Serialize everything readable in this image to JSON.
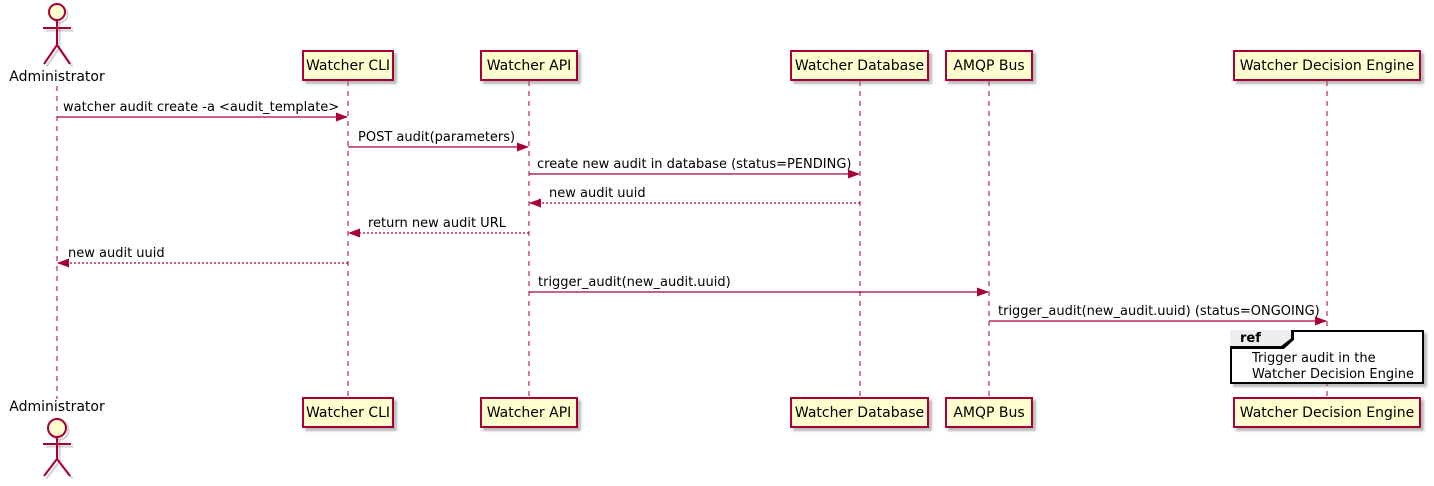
{
  "diagram_type": "uml-sequence-diagram",
  "colors": {
    "accent": "#A80036",
    "participant_fill": "#FEFECE",
    "ref_tab_fill": "#EEEEEE",
    "ref_border": "#000000",
    "text": "#000000",
    "background": "#FFFFFF"
  },
  "actor": {
    "name": "Administrator"
  },
  "participants": [
    {
      "label": "Watcher CLI"
    },
    {
      "label": "Watcher API"
    },
    {
      "label": "Watcher Database"
    },
    {
      "label": "AMQP Bus"
    },
    {
      "label": "Watcher Decision Engine"
    }
  ],
  "messages": [
    {
      "from": "Administrator",
      "to": "Watcher CLI",
      "style": "solid",
      "label": "watcher audit create -a <audit_template>"
    },
    {
      "from": "Watcher CLI",
      "to": "Watcher API",
      "style": "solid",
      "label": "POST audit(parameters)"
    },
    {
      "from": "Watcher API",
      "to": "Watcher Database",
      "style": "solid",
      "label": "create new audit in database (status=PENDING)"
    },
    {
      "from": "Watcher Database",
      "to": "Watcher API",
      "style": "dashed",
      "label": "new audit uuid"
    },
    {
      "from": "Watcher API",
      "to": "Watcher CLI",
      "style": "dashed",
      "label": "return new audit URL"
    },
    {
      "from": "Watcher CLI",
      "to": "Administrator",
      "style": "dashed",
      "label": "new audit uuid"
    },
    {
      "from": "Watcher API",
      "to": "AMQP Bus",
      "style": "solid",
      "label": "trigger_audit(new_audit.uuid)"
    },
    {
      "from": "AMQP Bus",
      "to": "Watcher Decision Engine",
      "style": "solid",
      "label": "trigger_audit(new_audit.uuid) (status=ONGOING)"
    }
  ],
  "ref": {
    "tag": "ref",
    "lines": [
      "Trigger audit in the",
      "Watcher Decision Engine"
    ]
  }
}
